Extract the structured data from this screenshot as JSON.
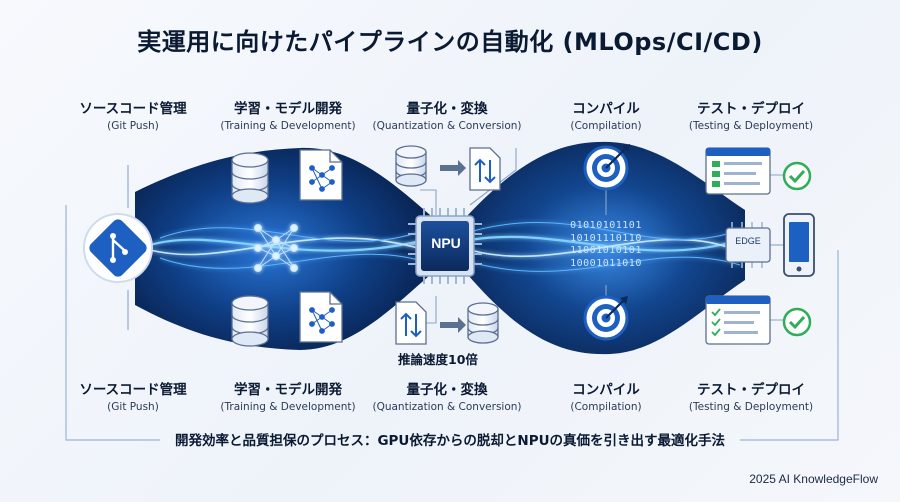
{
  "title": "実運用に向けたパイプラインの自動化 (MLOps/CI/CD)",
  "stages_top": [
    {
      "jp": "ソースコード管理",
      "en": "(Git Push)"
    },
    {
      "jp": "学習・モデル開発",
      "en": "(Training & Development)"
    },
    {
      "jp": "量子化・変換",
      "en": "(Quantization & Conversion)"
    },
    {
      "jp": "コンパイル",
      "en": "(Compilation)"
    },
    {
      "jp": "テスト・デプロイ",
      "en": "(Testing & Deployment)"
    }
  ],
  "stages_bottom": [
    {
      "jp": "ソースコード管理",
      "en": "(Git Push)"
    },
    {
      "jp": "学習・モデル開発",
      "en": "(Training & Development)"
    },
    {
      "jp": "量子化・変換",
      "en": "(Quantization & Conversion)"
    },
    {
      "jp": "コンパイル",
      "en": "(Compilation)"
    },
    {
      "jp": "テスト・デプロイ",
      "en": "(Testing & Deployment)"
    }
  ],
  "npu_label": "NPU",
  "edge_label": "EDGE",
  "binary_lines": [
    "01010101101",
    "10101110110",
    "11001010101",
    "10001011010"
  ],
  "speed_note": "推論速度10倍",
  "subtitle": "開発効率と品質担保のプロセス：GPU依存からの脱却とNPUの真価を引き出す最適化手法",
  "credit": "2025 AI KnowledgeFlow",
  "icons": [
    "git-icon",
    "database-icon",
    "neural-network-icon",
    "document-icon",
    "swap-arrows-icon",
    "chip-icon",
    "target-icon",
    "dashboard-icon",
    "check-icon",
    "mobile-device-icon"
  ],
  "colors": {
    "accent": "#1e6ed6",
    "dark_band": "#0c2d63",
    "glow": "#6fc3ff",
    "check": "#2fae5a"
  }
}
